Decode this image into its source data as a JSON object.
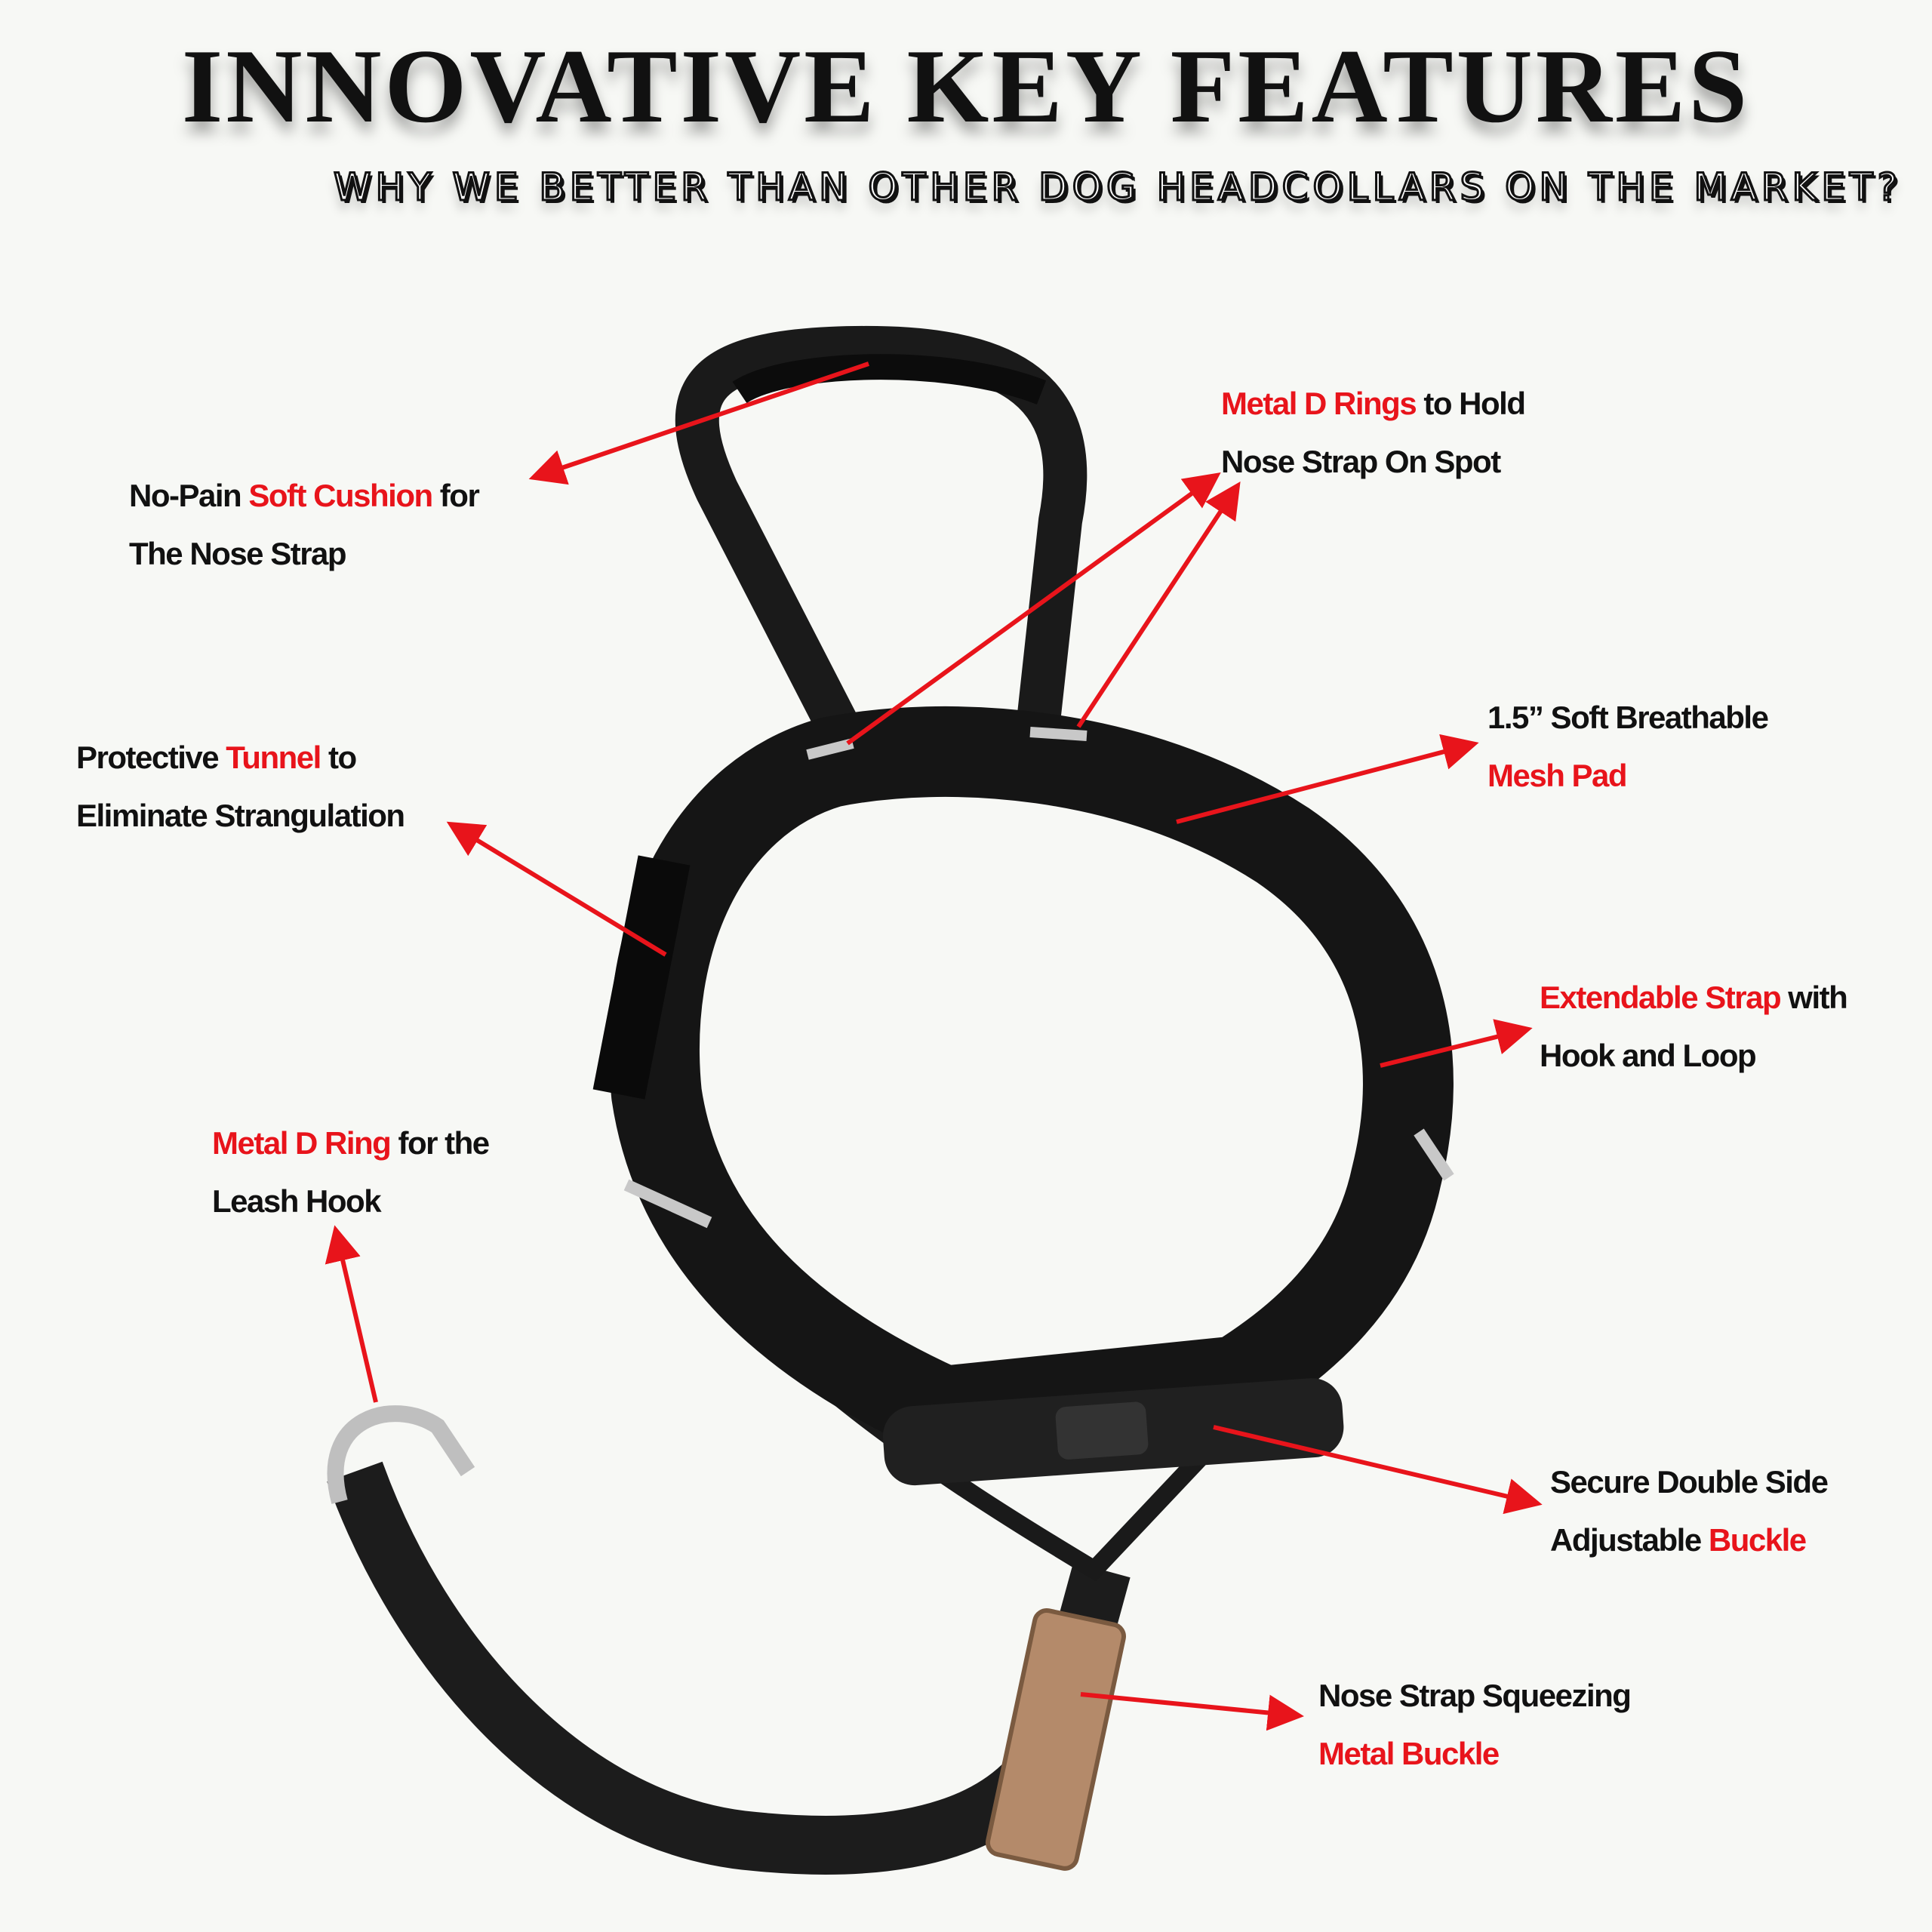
{
  "header": {
    "title": "INNOVATIVE KEY FEATURES",
    "subtitle": "WHY WE BETTER THAN OTHER DOG HEADCOLLARS ON THE MARKET?"
  },
  "colors": {
    "accent": "#e8141b",
    "text": "#111111",
    "background": "#f7f8f5"
  },
  "callouts": [
    {
      "id": "soft-cushion",
      "line1": [
        "No-Pain ",
        "Soft Cushion",
        " for"
      ],
      "line2": [
        "The Nose Strap",
        "",
        ""
      ]
    },
    {
      "id": "metal-d-rings",
      "line1": [
        "",
        "Metal D Rings",
        " to Hold"
      ],
      "line2": [
        "Nose Strap On Spot",
        "",
        ""
      ]
    },
    {
      "id": "protective-tunnel",
      "line1": [
        "Protective ",
        "Tunnel",
        " to"
      ],
      "line2": [
        "Eliminate Strangulation",
        "",
        ""
      ]
    },
    {
      "id": "mesh-pad",
      "line1": [
        "1.5” Soft Breathable",
        "",
        ""
      ],
      "line2": [
        "",
        "Mesh Pad",
        ""
      ]
    },
    {
      "id": "extendable-strap",
      "line1": [
        "",
        "Extendable Strap",
        " with"
      ],
      "line2": [
        "Hook and Loop",
        "",
        ""
      ]
    },
    {
      "id": "leash-d-ring",
      "line1": [
        "",
        "Metal D Ring",
        " for the"
      ],
      "line2": [
        "Leash Hook",
        "",
        ""
      ]
    },
    {
      "id": "double-side-buckle",
      "line1": [
        "Secure Double Side",
        "",
        ""
      ],
      "line2": [
        "Adjustable ",
        "Buckle",
        ""
      ]
    },
    {
      "id": "metal-buckle",
      "line1": [
        "Nose Strap Squeezing",
        "",
        ""
      ],
      "line2": [
        "",
        "Metal Buckle",
        ""
      ]
    }
  ]
}
